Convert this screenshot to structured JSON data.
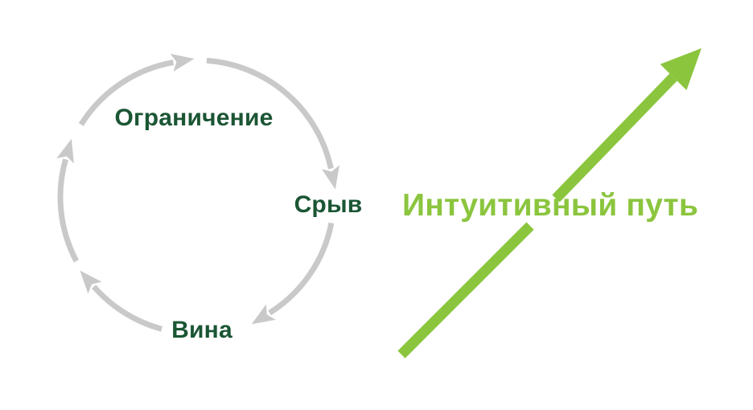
{
  "colors": {
    "background": "#ffffff",
    "cycle_arrows": "#c9c9c9",
    "cycle_labels": "#1b5634",
    "intuitive_green": "#8bc53e"
  },
  "cycle": {
    "labels": [
      {
        "text": "Ограничение"
      },
      {
        "text": "Срыв"
      },
      {
        "text": "Вина"
      }
    ]
  },
  "intuitive_path": {
    "label": "Интуитивный путь"
  }
}
